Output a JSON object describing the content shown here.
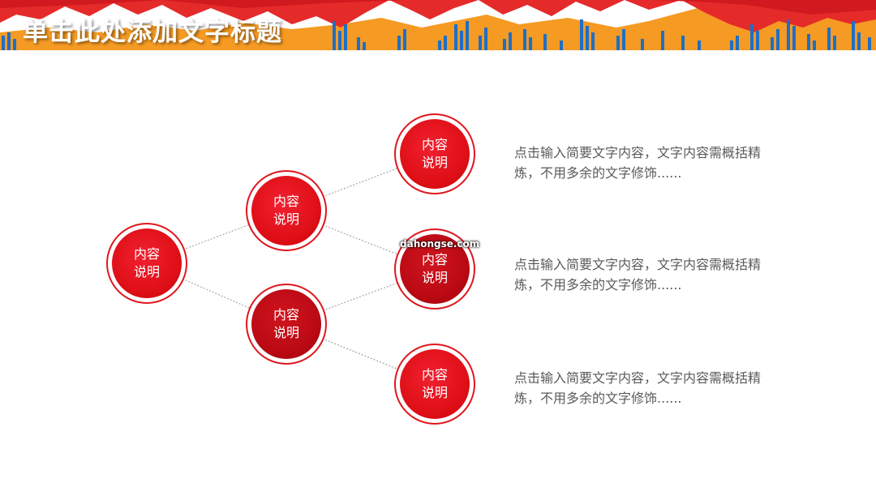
{
  "header": {
    "title": "单击此处添加文字标题"
  },
  "diagram": {
    "nodes": {
      "root": {
        "line1": "内容",
        "line2": "说明"
      },
      "mid_1": {
        "line1": "内容",
        "line2": "说明"
      },
      "mid_2": {
        "line1": "内容",
        "line2": "说明"
      },
      "leaf_1": {
        "line1": "内容",
        "line2": "说明"
      },
      "leaf_2": {
        "line1": "内容",
        "line2": "说明"
      },
      "leaf_3": {
        "line1": "内容",
        "line2": "说明"
      }
    },
    "descriptions": [
      "点击输入简要文字内容，文字内容需概括精炼，不用多余的文字修饰......",
      "点击输入简要文字内容，文字内容需概括精炼，不用多余的文字修饰......",
      "点击输入简要文字内容，文字内容需概括精炼，不用多余的文字修饰......"
    ],
    "colors": {
      "primary": "#e0161e",
      "dark": "#bb0a14",
      "banner_orange": "#f59a23",
      "banner_blue": "#1f6fc4"
    }
  },
  "watermark": "dahongse.com"
}
